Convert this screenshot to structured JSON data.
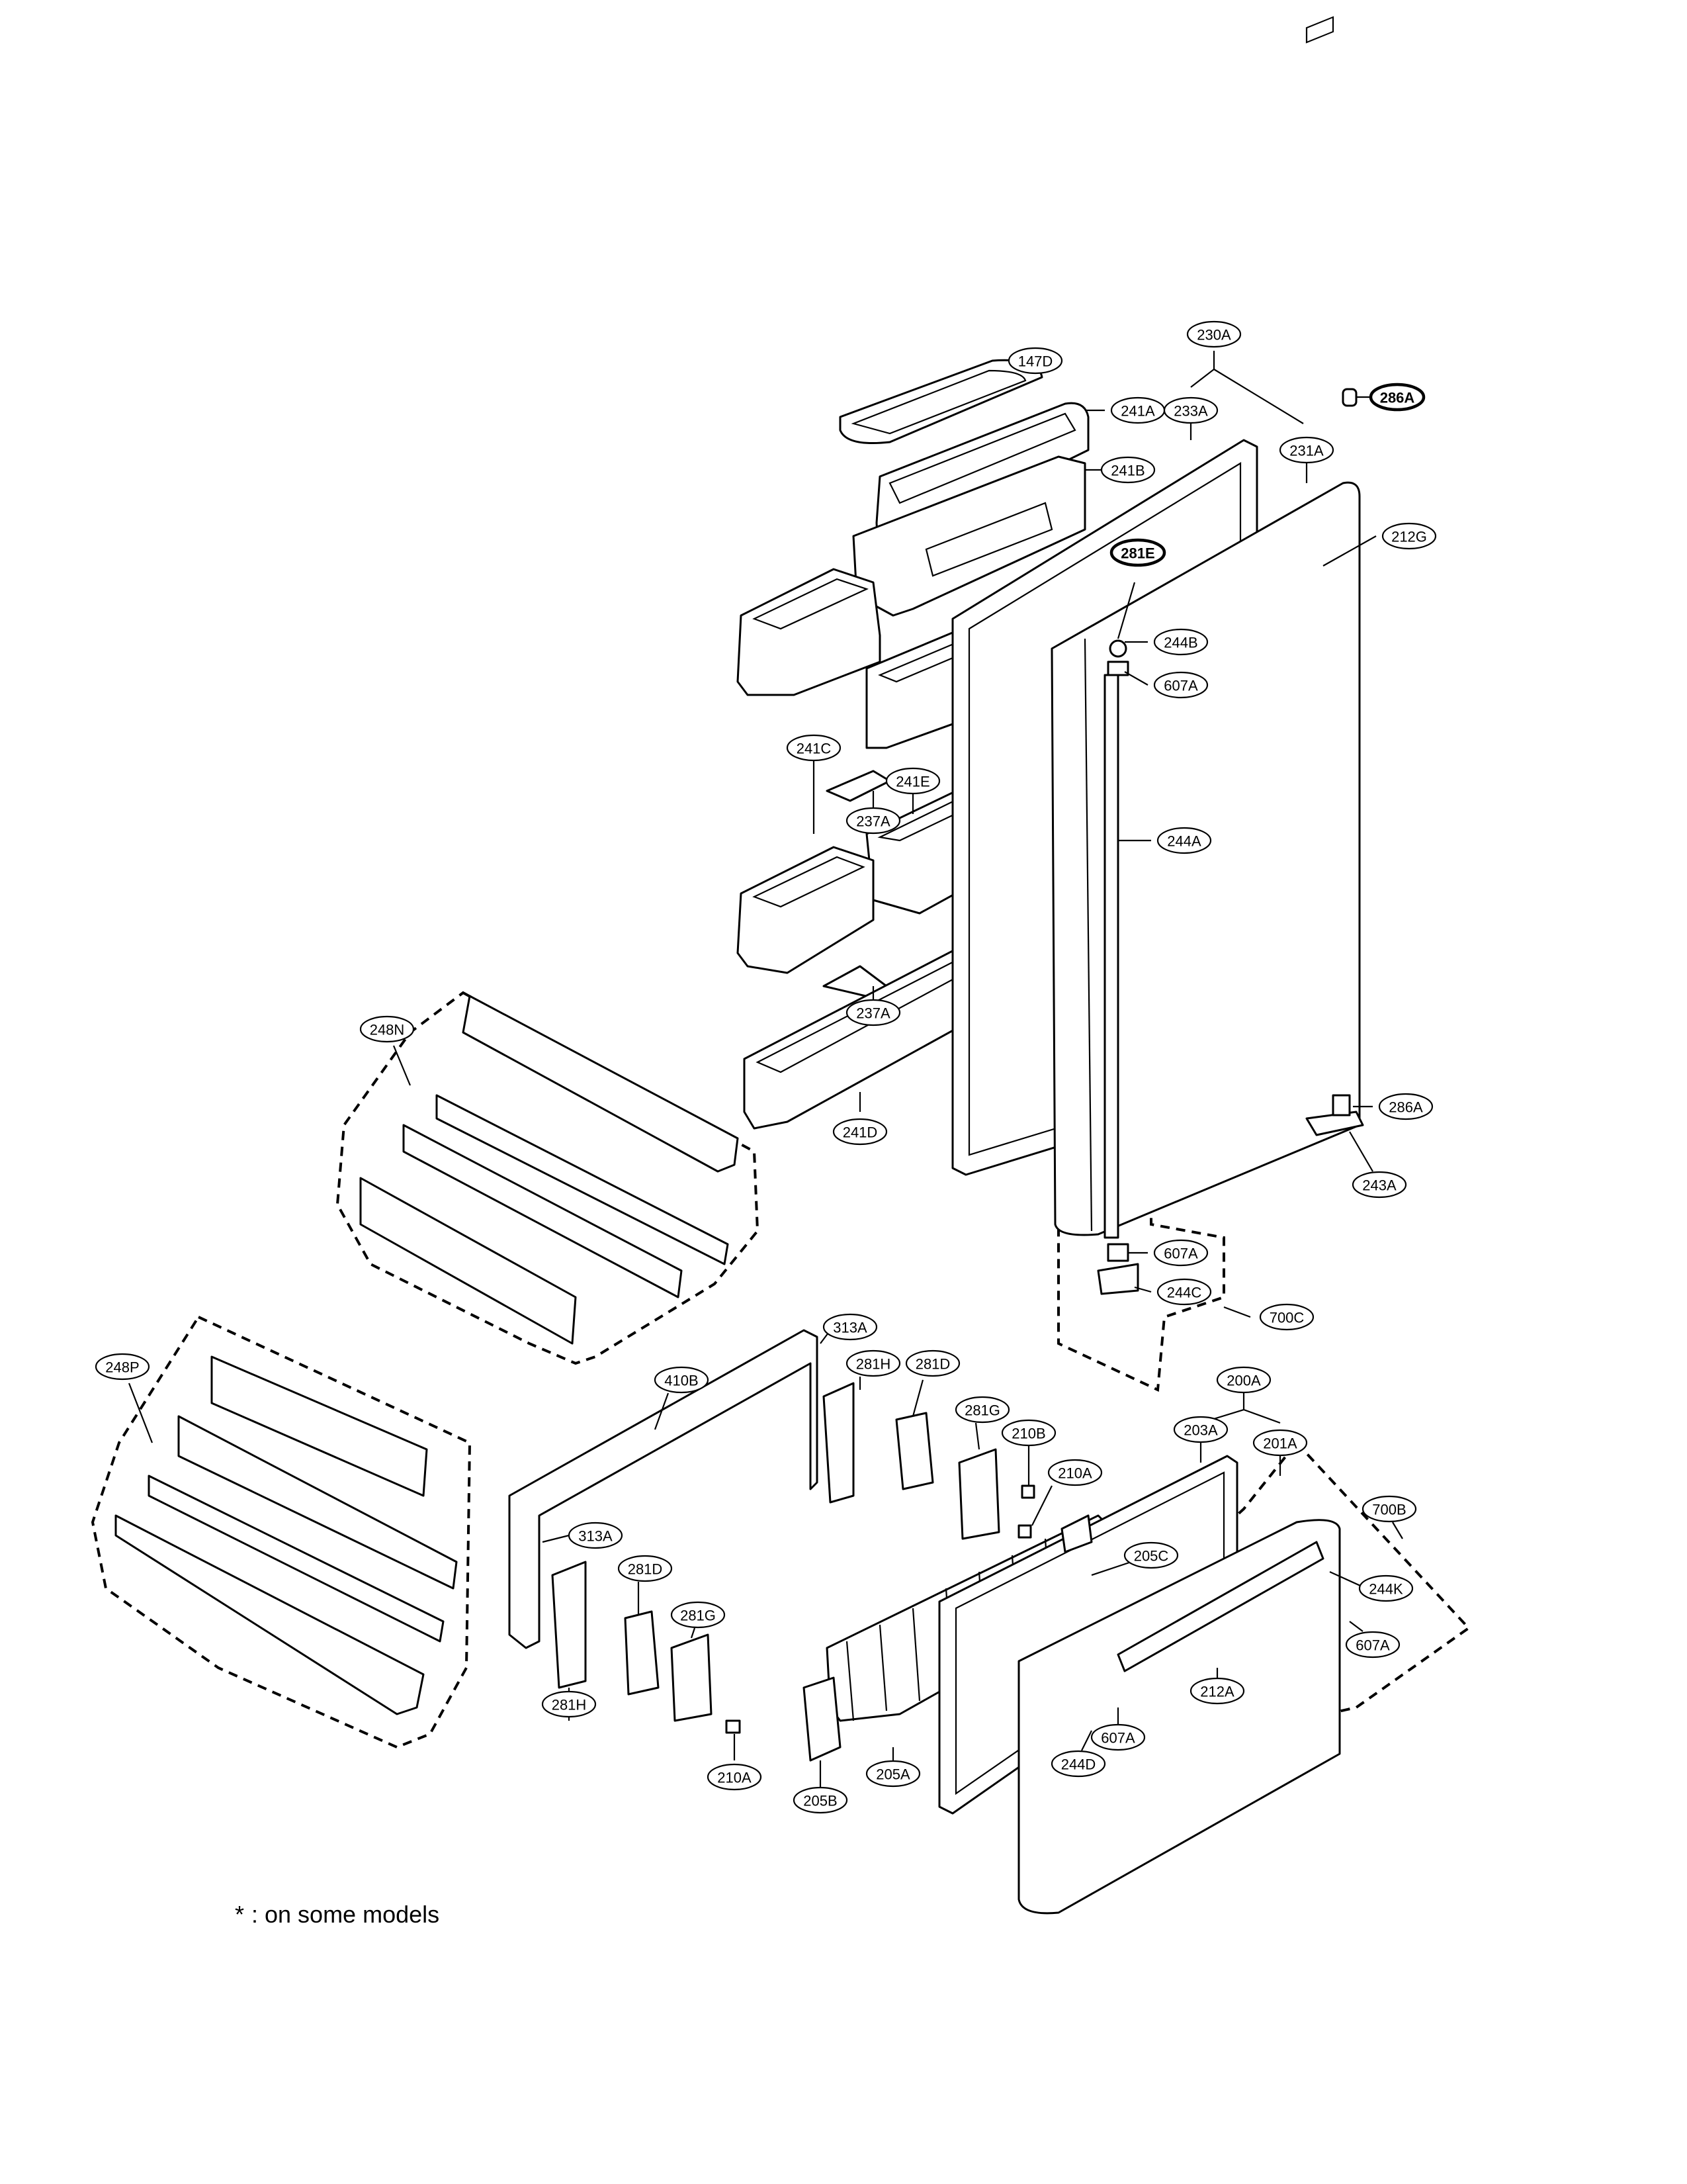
{
  "footnote": {
    "symbol": "*",
    "text": ": on some models"
  },
  "callouts": [
    {
      "id": "147D",
      "bold": false
    },
    {
      "id": "241A",
      "bold": false
    },
    {
      "id": "241B",
      "bold": false
    },
    {
      "id": "230A",
      "bold": false
    },
    {
      "id": "233A",
      "bold": false
    },
    {
      "id": "231A",
      "bold": false
    },
    {
      "id": "286A-top",
      "label": "286A",
      "bold": true
    },
    {
      "id": "212G",
      "bold": false
    },
    {
      "id": "281E",
      "bold": true
    },
    {
      "id": "244B",
      "bold": false
    },
    {
      "id": "607A-top",
      "label": "607A",
      "bold": false
    },
    {
      "id": "241C",
      "bold": false
    },
    {
      "id": "241E",
      "bold": false
    },
    {
      "id": "237A-top",
      "label": "237A",
      "bold": false
    },
    {
      "id": "244A",
      "bold": false
    },
    {
      "id": "237A-bot",
      "label": "237A",
      "bold": false
    },
    {
      "id": "248N",
      "bold": false
    },
    {
      "id": "241D",
      "bold": false
    },
    {
      "id": "286A-bot",
      "label": "286A",
      "bold": false
    },
    {
      "id": "243A",
      "bold": false
    },
    {
      "id": "607A-mid",
      "label": "607A",
      "bold": false
    },
    {
      "id": "244C",
      "bold": false
    },
    {
      "id": "700C",
      "bold": false
    },
    {
      "id": "248P",
      "bold": false
    },
    {
      "id": "313A-top",
      "label": "313A",
      "bold": false
    },
    {
      "id": "410B",
      "bold": false
    },
    {
      "id": "281H-top",
      "label": "281H",
      "bold": false
    },
    {
      "id": "281D-top",
      "label": "281D",
      "bold": false
    },
    {
      "id": "281G-top",
      "label": "281G",
      "bold": false
    },
    {
      "id": "200A",
      "bold": false
    },
    {
      "id": "203A",
      "bold": false
    },
    {
      "id": "201A",
      "bold": false
    },
    {
      "id": "210B",
      "bold": false
    },
    {
      "id": "210A-top",
      "label": "210A",
      "bold": false
    },
    {
      "id": "700B",
      "bold": false
    },
    {
      "id": "313A-bot",
      "label": "313A",
      "bold": false
    },
    {
      "id": "205C",
      "bold": false
    },
    {
      "id": "244K",
      "bold": false
    },
    {
      "id": "281D-bot",
      "label": "281D",
      "bold": false
    },
    {
      "id": "281G-bot",
      "label": "281G",
      "bold": false
    },
    {
      "id": "607A-right",
      "label": "607A",
      "bold": false
    },
    {
      "id": "212A",
      "bold": false
    },
    {
      "id": "281H-bot",
      "label": "281H",
      "bold": false
    },
    {
      "id": "607A-low",
      "label": "607A",
      "bold": false
    },
    {
      "id": "210A-bot",
      "label": "210A",
      "bold": false
    },
    {
      "id": "244D",
      "bold": false
    },
    {
      "id": "205A",
      "bold": false
    },
    {
      "id": "205B",
      "bold": false
    }
  ]
}
